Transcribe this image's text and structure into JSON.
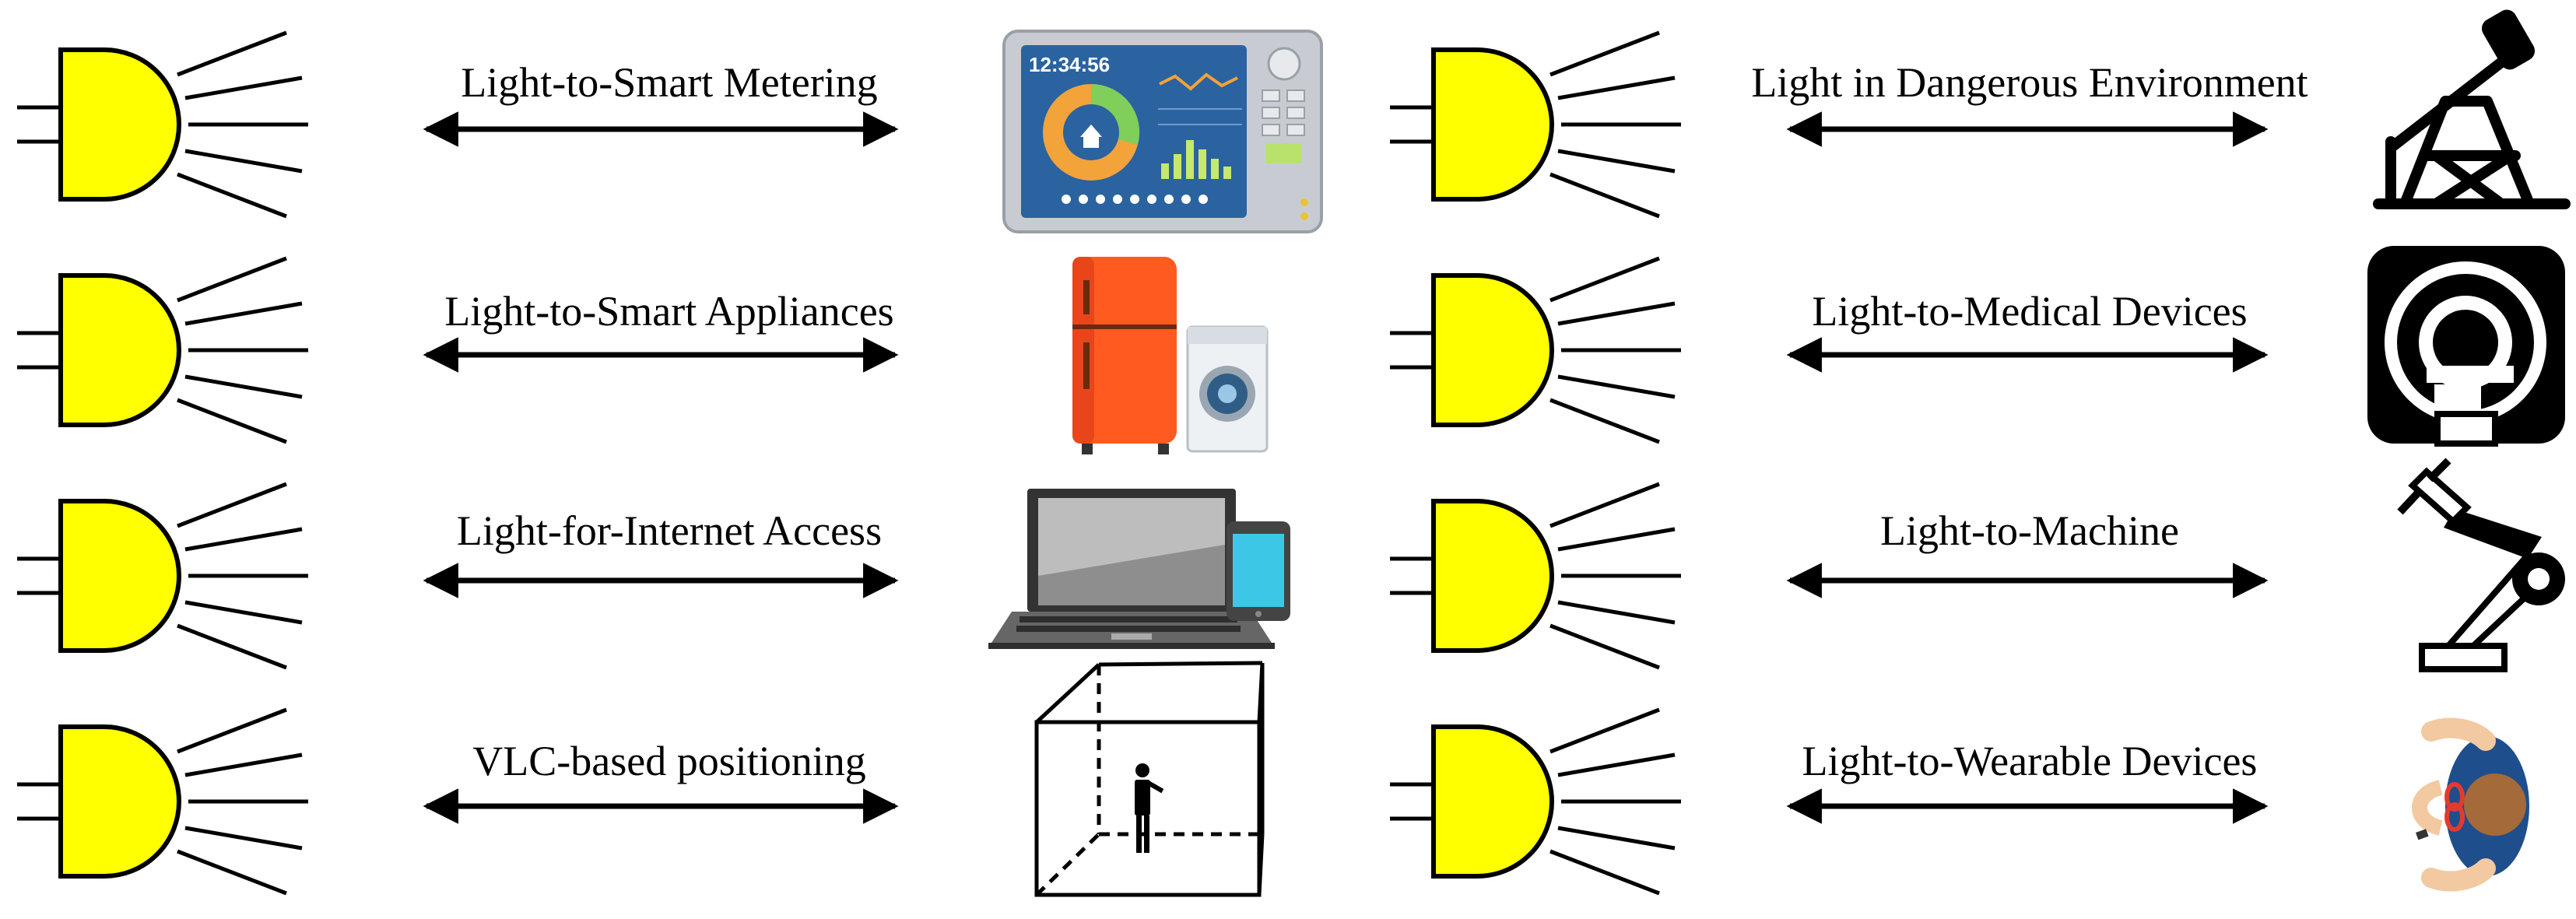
{
  "colors": {
    "led_fill": "#ffff00",
    "stroke": "#000000",
    "meter_frame": "#c8ccd2",
    "meter_screen": "#2a63a0",
    "fridge": "#ff5a1f",
    "screen_cyan": "#3cc7e6",
    "skin": "#f2c9a0",
    "shirt": "#1f4e8c",
    "hair": "#a46a3a",
    "band_red": "#e23b2e"
  },
  "links": [
    {
      "label": "Light-to-Smart Metering",
      "device_icon": "smart-meter-icon"
    },
    {
      "label": "Light-to-Smart Appliances",
      "device_icon": "smart-appliances-icon"
    },
    {
      "label": "Light-for-Internet Access",
      "device_icon": "laptop-phone-icon"
    },
    {
      "label": "VLC-based positioning",
      "device_icon": "positioning-room-icon"
    },
    {
      "label": "Light in Dangerous Environment",
      "device_icon": "oil-pump-icon"
    },
    {
      "label": "Light-to-Medical Devices",
      "device_icon": "mri-scanner-icon"
    },
    {
      "label": "Light-to-Machine",
      "device_icon": "robot-arm-icon"
    },
    {
      "label": "Light-to-Wearable Devices",
      "device_icon": "wearable-person-icon"
    }
  ],
  "meter": {
    "time": "12:34:56"
  }
}
